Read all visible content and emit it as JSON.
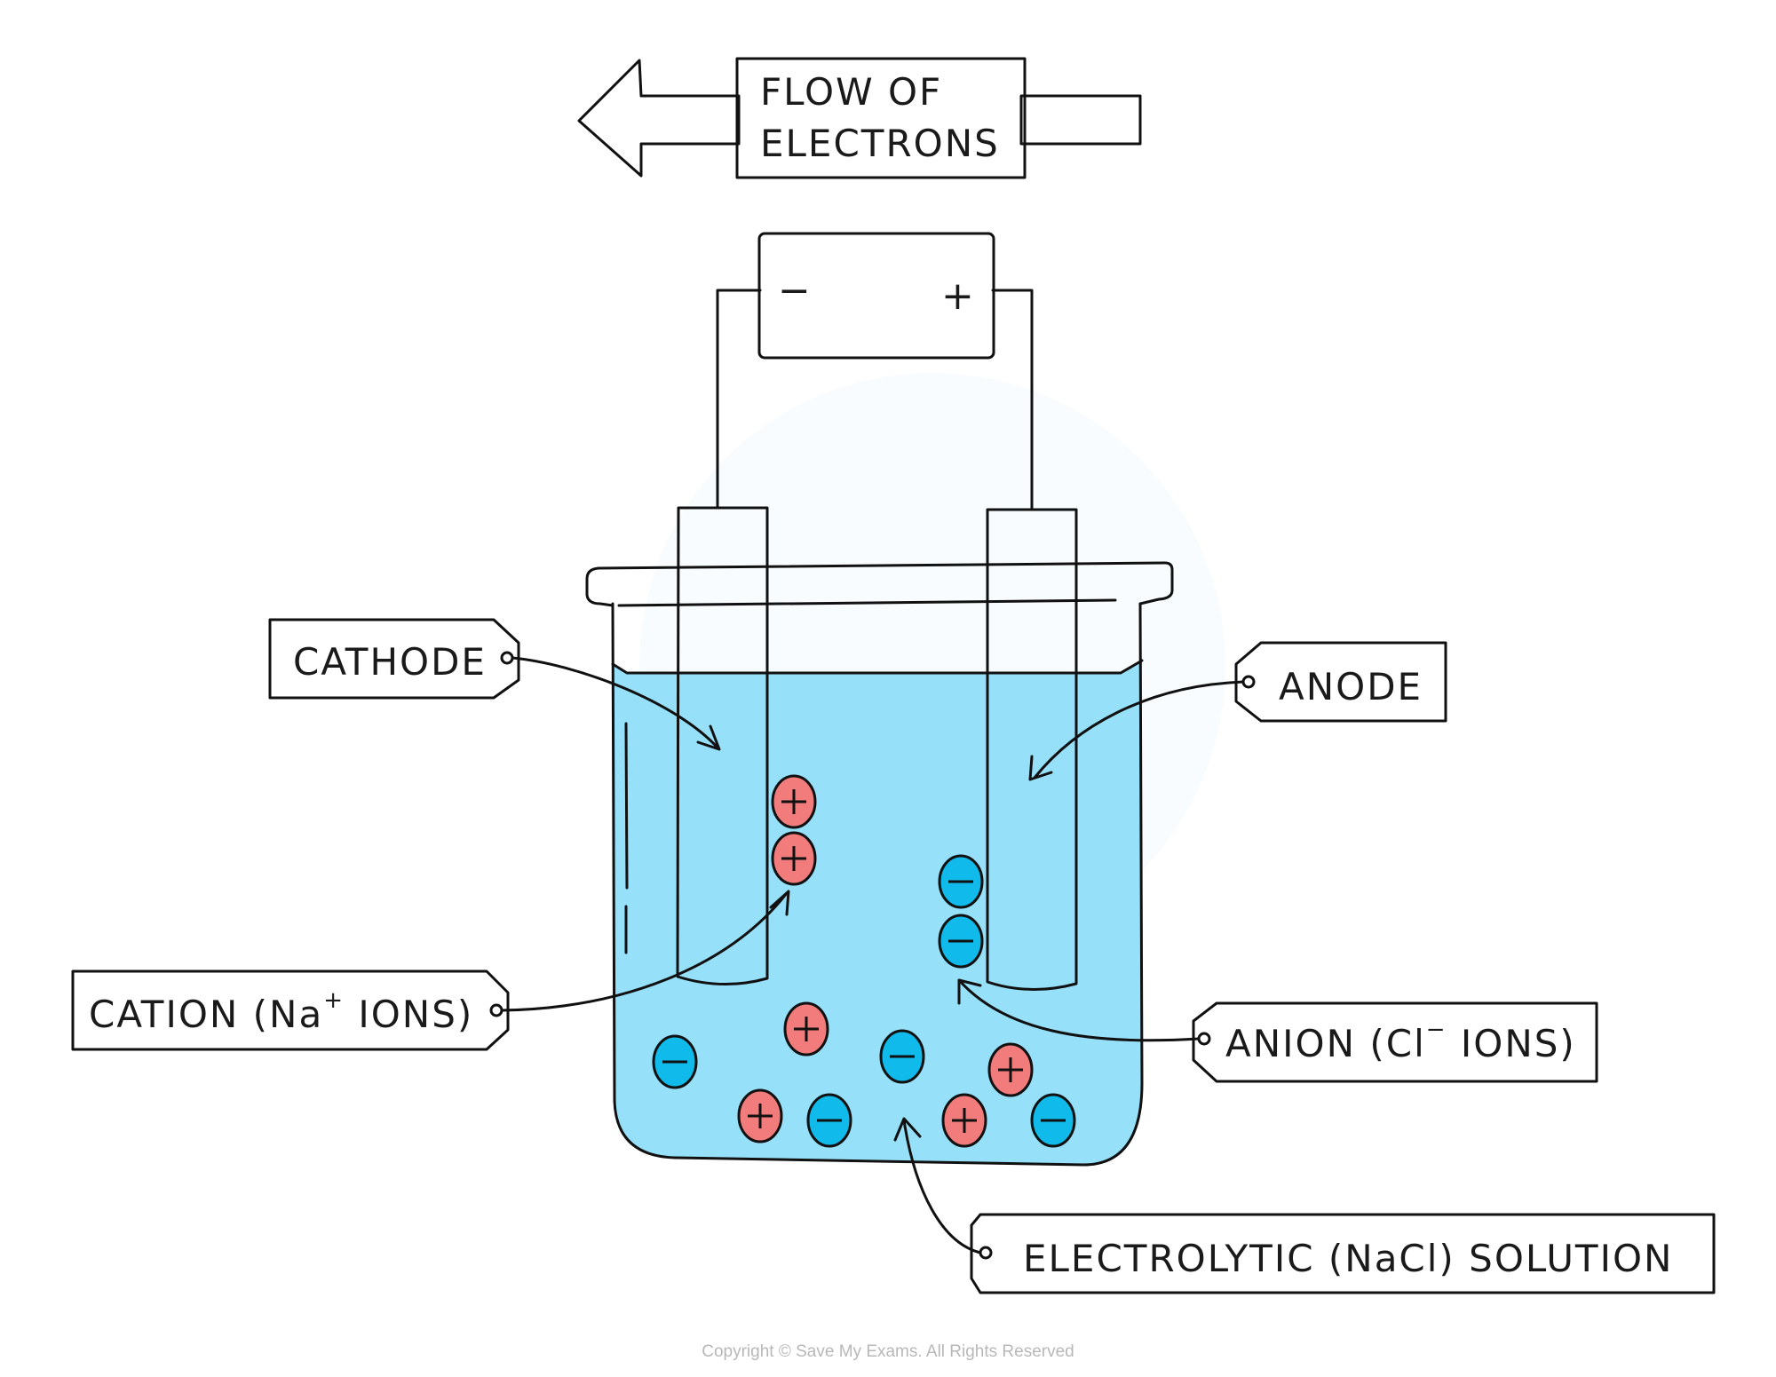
{
  "diagram": {
    "title": "Electrolysis of NaCl solution",
    "flow_label": [
      "FLOW  OF",
      "ELECTRONS"
    ],
    "flow_direction": "left",
    "battery": {
      "negative_terminal": "−",
      "positive_terminal": "+"
    },
    "labels": {
      "cathode": "CATHODE",
      "anode": "ANODE",
      "cation": {
        "text_before": "CATION  (Na",
        "superscript": "+",
        "text_after": " IONS)"
      },
      "anion": {
        "text_before": "ANION  (Cl",
        "superscript": "−",
        "text_after": " IONS)"
      },
      "electrolyte": "ELECTROLYTIC   (NaCl) SOLUTION"
    },
    "ions": {
      "cation_sign": "+",
      "anion_sign": "−",
      "cations_at_cathode": 2,
      "anions_at_anode": 2,
      "cations_in_solution": 4,
      "anions_in_solution": 4
    },
    "colors": {
      "arrow": "#98dcaa",
      "flow_box": "#fde5c4",
      "battery": "#8ae0a6",
      "electrode": "#a6a6f7",
      "solution": "#96e0fa",
      "cation": "#f27b7c",
      "anion": "#10baea",
      "tag": "#ececec"
    },
    "copyright": "Copyright © Save My Exams. All Rights Reserved"
  }
}
